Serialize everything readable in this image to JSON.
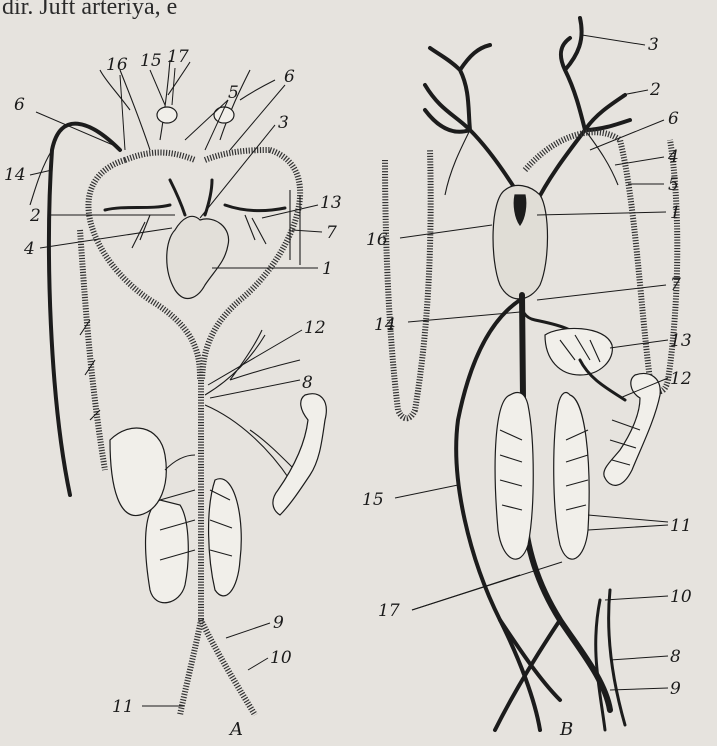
{
  "header": {
    "text": "dir. Juft arteriya, e"
  },
  "panel_a": {
    "caption": "A",
    "labels": {
      "l1": "1",
      "l2": "2",
      "l3": "3",
      "l4": "4",
      "l5": "5",
      "l6a": "6",
      "l6b": "6",
      "l7": "7",
      "l8": "8",
      "l9": "9",
      "l10": "10",
      "l11": "11",
      "l12": "12",
      "l13": "13",
      "l14": "14",
      "l15": "15",
      "l16": "16",
      "l17": "17"
    }
  },
  "panel_b": {
    "caption": "B",
    "labels": {
      "l1": "1",
      "l2": "2",
      "l3": "3",
      "l4": "4",
      "l5": "5",
      "l6": "6",
      "l7": "7",
      "l8": "8",
      "l9": "9",
      "l10": "10",
      "l11": "11",
      "l12": "12",
      "l13": "13",
      "l14": "14",
      "l15": "15",
      "l16": "16",
      "l17": "17"
    }
  }
}
